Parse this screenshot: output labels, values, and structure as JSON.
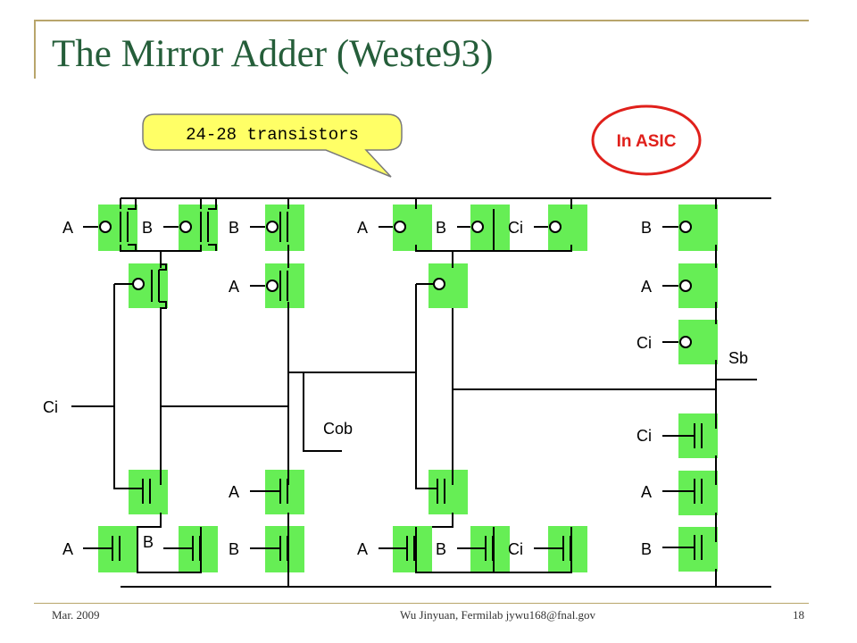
{
  "slide": {
    "title": "The Mirror Adder (Weste93)",
    "callout": "24-28 transistors",
    "badge": "In ASIC"
  },
  "footer": {
    "date": "Mar. 2009",
    "author": "Wu Jinyuan, Fermilab jywu168@fnal.gov",
    "page": "18"
  },
  "circuit": {
    "pmos_top_row": [
      "A",
      "B",
      "B",
      "A",
      "B",
      "Ci",
      "B"
    ],
    "pmos_second_row": [
      "A",
      "A"
    ],
    "pmos_third_row": [
      "Ci"
    ],
    "nmos_rows": [
      [
        "Ci"
      ],
      [
        "A",
        "A"
      ],
      [
        "A",
        "B",
        "B",
        "A",
        "B",
        "Ci",
        "B"
      ]
    ],
    "ci_input": "Ci",
    "carry_output": "Cob",
    "sum_output": "Sb"
  },
  "colors": {
    "title": "#255e3a",
    "frame": "#b8a56b",
    "transistor_fill": "#66ee55",
    "callout_fill": "#ffff66",
    "badge_border": "#e0201b"
  }
}
